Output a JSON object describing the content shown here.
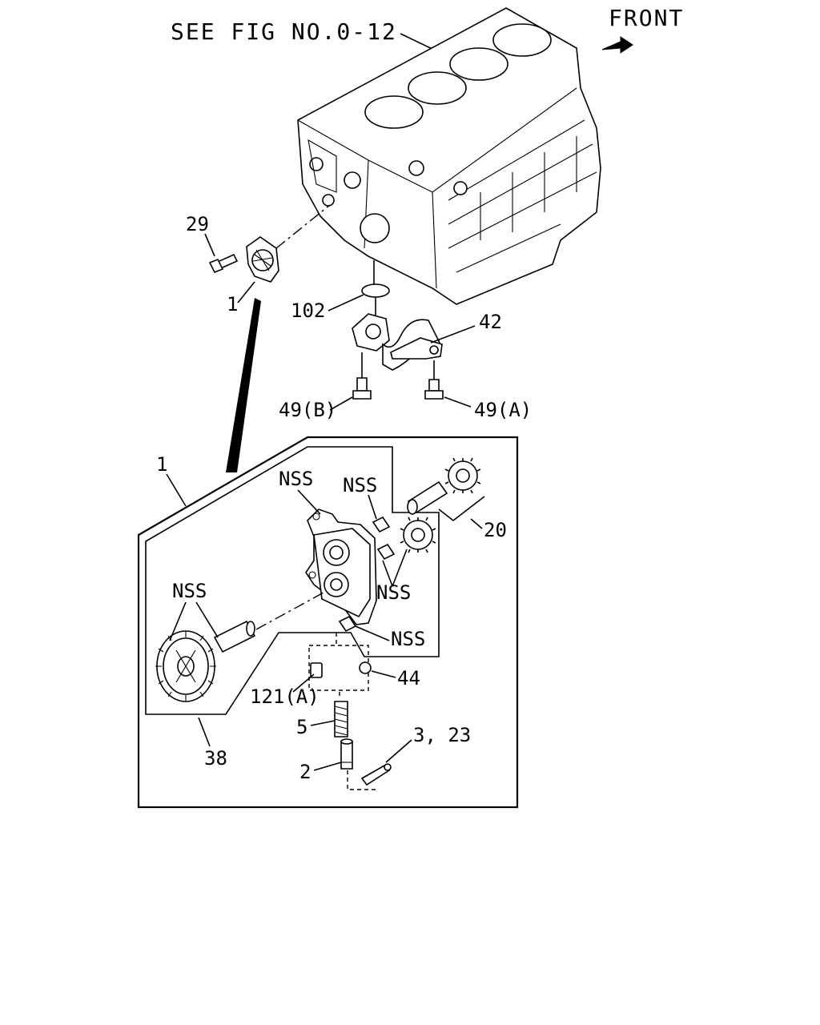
{
  "header": {
    "see_fig": "SEE FIG NO.0-12",
    "front": "FRONT"
  },
  "callouts": {
    "p29": "29",
    "p1_top": "1",
    "p102": "102",
    "p42": "42",
    "p49b": "49(B)",
    "p49a": "49(A)",
    "p1_box": "1",
    "nss_a": "NSS",
    "nss_b": "NSS",
    "p20": "20",
    "nss_c": "NSS",
    "nss_d": "NSS",
    "nss_e": "NSS",
    "p44": "44",
    "p121a": "121(A)",
    "p5": "5",
    "p323": "3, 23",
    "p2": "2",
    "p38": "38"
  }
}
